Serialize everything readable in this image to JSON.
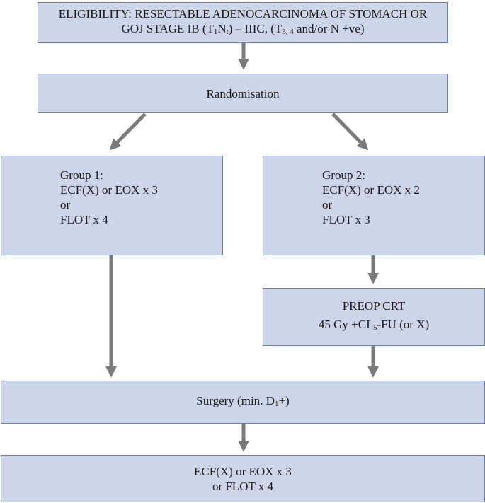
{
  "eligibility": {
    "line1": "ELIGIBILITY: RESECTABLE ADENOCARCINOMA OF STOMACH OR",
    "line2_pre": "GOJ STAGE IB (T",
    "line2_sub1": "1",
    "line2_mid1": "N",
    "line2_sub2": "t",
    "line2_mid2": ") – IIIC, (T",
    "line2_sub3": "3, 4",
    "line2_post": " and/or N +ve)"
  },
  "randomisation": {
    "label": "Randomisation"
  },
  "group1": {
    "lines": [
      "Group 1:",
      "ECF(X) or EOX x 3",
      "or",
      "FLOT x 4"
    ]
  },
  "group2": {
    "lines": [
      "Group 2:",
      "ECF(X) or EOX x 2",
      "or",
      "FLOT x 3"
    ]
  },
  "preop_crt": {
    "line1": "PREOP CRT",
    "line2_pre": "45 Gy +CI ",
    "line2_sub": "5",
    "line2_post": "-FU (or X)"
  },
  "surgery": {
    "pre": "Surgery (min. D",
    "sub": "1",
    "post": "+)"
  },
  "postop": {
    "lines": [
      "ECF(X) or EOX x 3",
      "or FLOT x 4"
    ]
  },
  "colors": {
    "box_fill": "#cdd5e9",
    "box_border": "#6f7fa8",
    "arrow": "#7a7a7a"
  }
}
